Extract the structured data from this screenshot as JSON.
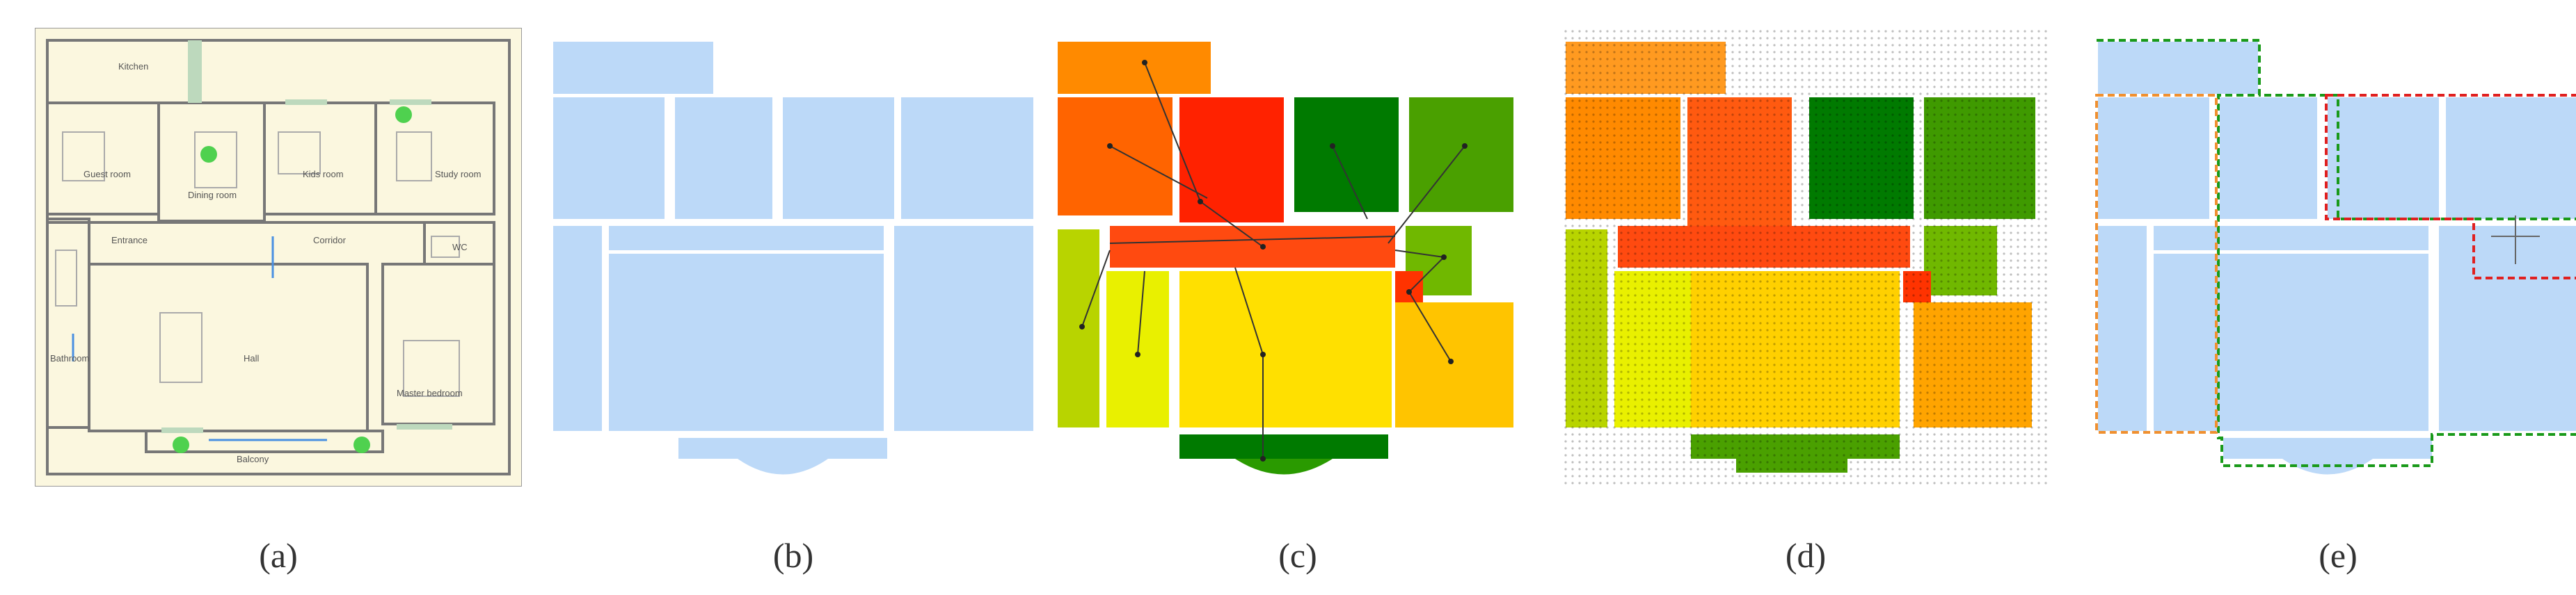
{
  "captions": [
    "(a)",
    "(b)",
    "(c)",
    "(d)",
    "(e)"
  ],
  "room_labels": {
    "kitchen": "Kitchen",
    "guest_room": "Guest room",
    "dining_room": "Dining room",
    "kids_room": "Kids room",
    "study_room": "Study room",
    "entrance": "Entrance",
    "corridor": "Corridor",
    "wc": "WC",
    "bathroom": "Bathroom",
    "hall": "Hall",
    "master_bedroom": "Master bedroom",
    "balcony": "Balcony"
  },
  "colors": {
    "plan_bg": "#fbf7df",
    "floor": "#bcd9f8",
    "red": "#ff2200",
    "orange_red": "#ff5a10",
    "orange": "#ff8a00",
    "amber": "#ffc400",
    "yellow": "#ffe000",
    "lime_yellow": "#e9f000",
    "lime": "#b8d400",
    "green_light": "#70b800",
    "green": "#4aa000",
    "green_dark": "#007a00",
    "outline_green": "#1a9a1a",
    "outline_red": "#e02020",
    "outline_orange": "#f09030"
  }
}
